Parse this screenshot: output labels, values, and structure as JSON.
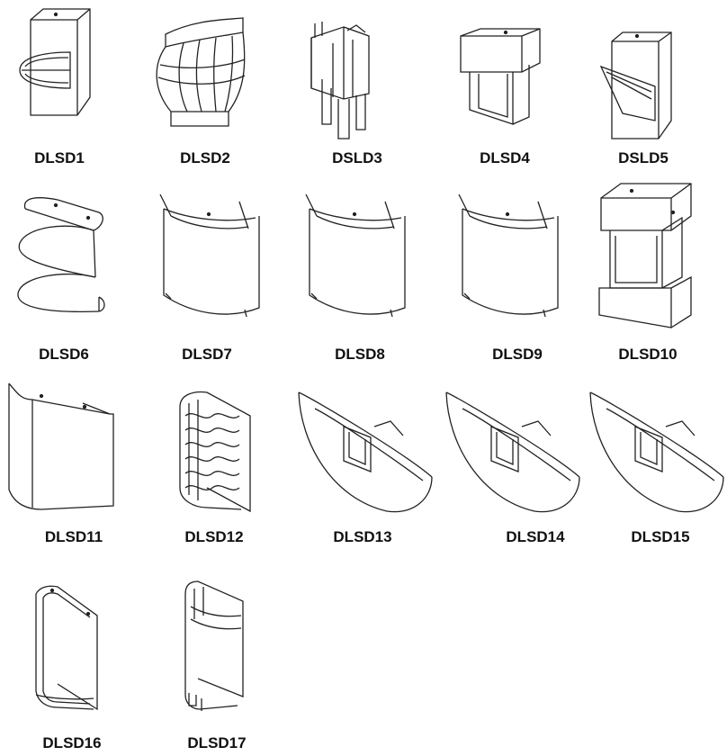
{
  "catalog": {
    "items": [
      {
        "id": "DLSD1",
        "icon": "rectangular-sconce-with-curved-shade-icon"
      },
      {
        "id": "DLSD2",
        "icon": "bell-shaped-ribbed-sconce-icon"
      },
      {
        "id": "DSLD3",
        "icon": "layered-panel-sconce-icon"
      },
      {
        "id": "DLSD4",
        "icon": "flat-top-box-sconce-icon"
      },
      {
        "id": "DSLD5",
        "icon": "angled-shade-box-sconce-icon"
      },
      {
        "id": "DLSD6",
        "icon": "wave-scroll-sconce-icon"
      },
      {
        "id": "DLSD7",
        "icon": "curved-glass-sconce-icon"
      },
      {
        "id": "DLSD8",
        "icon": "curved-glass-sconce-icon"
      },
      {
        "id": "DLSD9",
        "icon": "curved-glass-sconce-icon"
      },
      {
        "id": "DLSD10",
        "icon": "tall-box-sconce-icon"
      },
      {
        "id": "DLSD11",
        "icon": "half-cylinder-sconce-icon"
      },
      {
        "id": "DLSD12",
        "icon": "wave-pattern-cylinder-sconce-icon"
      },
      {
        "id": "DLSD13",
        "icon": "bowl-uplight-sconce-icon"
      },
      {
        "id": "DLSD14",
        "icon": "bowl-uplight-sconce-icon"
      },
      {
        "id": "DLSD15",
        "icon": "bowl-uplight-sconce-icon"
      },
      {
        "id": "DLSD16",
        "icon": "framed-half-cylinder-sconce-icon"
      },
      {
        "id": "DLSD17",
        "icon": "slotted-half-cylinder-sconce-icon"
      }
    ]
  }
}
